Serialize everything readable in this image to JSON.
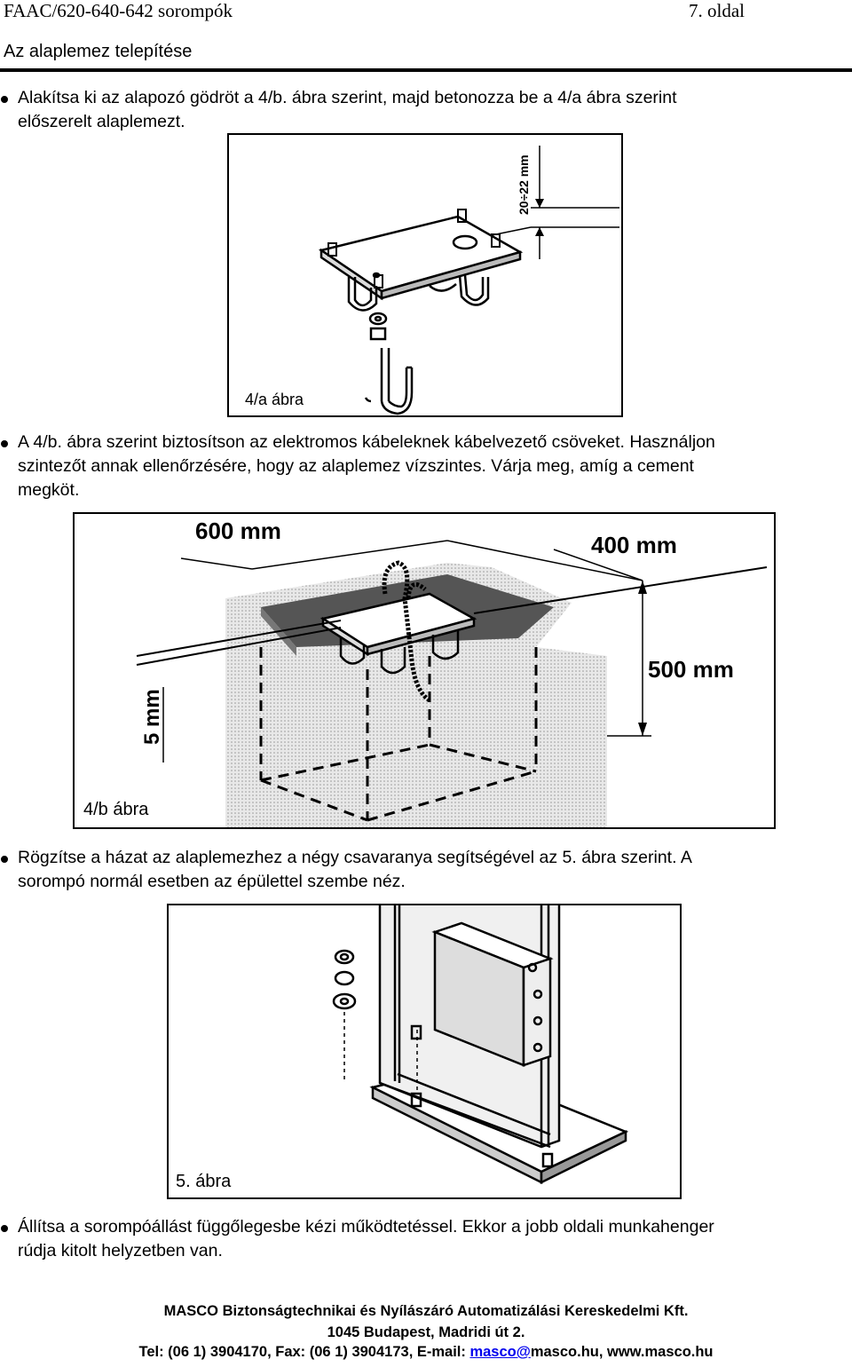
{
  "header": {
    "doc_title": "FAAC/620-640-642 sorompók",
    "page_label": "7. oldal",
    "section_title": "Az alaplemez telepítése"
  },
  "steps": [
    {
      "lines": [
        "Alakítsa ki az alapozó gödröt a 4/b. ábra szerint, majd betonozza be a 4/a ábra szerint",
        "előszerelt alaplemezt."
      ]
    },
    {
      "lines": [
        "A 4/b. ábra szerint biztosítson az elektromos kábeleknek kábelvezető csöveket. Használjon",
        "szintezőt annak ellenőrzésére, hogy az alaplemez vízszintes. Várja meg, amíg a cement",
        "megköt."
      ]
    },
    {
      "lines": [
        "Rögzítse a házat az alaplemezhez a négy csavaranya segítségével az 5. ábra szerint. A",
        "sorompó normál esetben az épülettel szembe néz."
      ]
    },
    {
      "lines": [
        "Állítsa a sorompóállást függőlegesbe kézi működtetéssel. Ekkor a jobb oldali munkahenger",
        "rúdja kitolt helyzetben van."
      ]
    }
  ],
  "figures": {
    "fig4a": {
      "label": "4/a ábra",
      "dimension": "20÷22 mm"
    },
    "fig4b": {
      "label": "4/b ábra",
      "dim_width": "600 mm",
      "dim_depth": "400 mm",
      "dim_height": "500 mm",
      "dim_small": "5 mm"
    },
    "fig5": {
      "label": "5. ábra"
    }
  },
  "footer": {
    "company": "MASCO Biztonságtechnikai és Nyílászáró Automatizálási Kereskedelmi Kft.",
    "address": "1045 Budapest, Madridi út 2.",
    "contact_prefix": "Tel: (06 1) 3904170, Fax: (06 1) 3904173, E-mail: ",
    "email_link": "masco@",
    "contact_suffix": "masco.hu, www.masco.hu"
  }
}
